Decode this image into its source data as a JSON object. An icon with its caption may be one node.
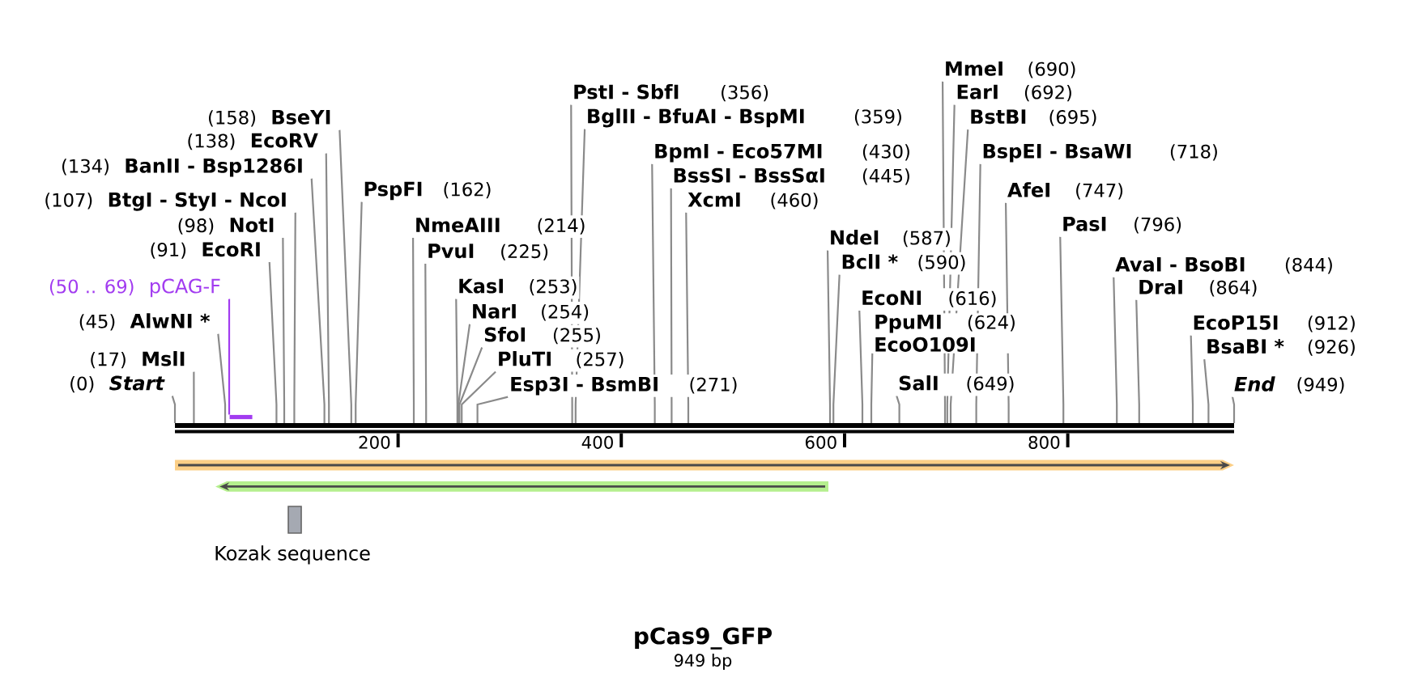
{
  "diagram": {
    "title": "pCas9_GFP",
    "nodes": [
      {
        "text": [
          "(0)",
          "Start"
        ]
      },
      {
        "text": [
          "(17)",
          "MslI"
        ]
      },
      {
        "text": [
          "(45)",
          "AlwNI *"
        ]
      },
      {
        "text": [
          "(50 .. 69)",
          "pCAG-F"
        ]
      },
      {
        "text": [
          "(91)",
          "EcoRI"
        ]
      },
      {
        "text": [
          "(98)",
          "NotI"
        ]
      },
      {
        "text": [
          "(107)",
          "BtgI - StyI - NcoI"
        ]
      },
      {
        "text": [
          "(134)",
          "BanII - Bsp1286I"
        ]
      },
      {
        "text": [
          "(138)",
          "EcoRV"
        ]
      },
      {
        "text": [
          "(158)",
          "BseYI"
        ]
      },
      {
        "text": [
          "PspFI",
          "(162)"
        ]
      },
      {
        "text": [
          "NmeAIII",
          "(214)"
        ]
      },
      {
        "text": [
          "PvuI",
          "(225)"
        ]
      },
      {
        "text": [
          "KasI",
          "(253)"
        ]
      },
      {
        "text": [
          "NarI",
          "(254)"
        ]
      },
      {
        "text": [
          "SfoI",
          "(255)"
        ]
      },
      {
        "text": [
          "PluTI",
          "(257)"
        ]
      },
      {
        "text": [
          "Esp3I - BsmBI",
          "(271)"
        ]
      },
      {
        "text": [
          "PstI - SbfI",
          "(356)"
        ]
      },
      {
        "text": [
          "BglII - BfuAI - BspMI",
          "(359)"
        ]
      },
      {
        "text": [
          "BpmI - Eco57MI",
          "(430)"
        ]
      },
      {
        "text": [
          "BssSI - BssSαI",
          "(445)"
        ]
      },
      {
        "text": [
          "XcmI",
          "(460)"
        ]
      },
      {
        "text": [
          "NdeI",
          "(587)"
        ]
      },
      {
        "text": [
          "BclI *",
          "(590)"
        ]
      },
      {
        "text": [
          "EcoNI",
          "(616)"
        ]
      },
      {
        "text": [
          "PpuMI",
          "(624)",
          "EcoO109I"
        ]
      },
      {
        "text": [
          "SalI",
          "(649)"
        ]
      },
      {
        "text": [
          "MmeI",
          "(690)"
        ]
      },
      {
        "text": [
          "EarI",
          "(692)"
        ]
      },
      {
        "text": [
          "BstBI",
          "(695)"
        ]
      },
      {
        "text": [
          "BspEI - BsaWI",
          "(718)"
        ]
      },
      {
        "text": [
          "AfeI",
          "(747)"
        ]
      },
      {
        "text": [
          "PasI",
          "(796)"
        ]
      },
      {
        "text": [
          "AvaI - BsoBI",
          "(844)"
        ]
      },
      {
        "text": [
          "DraI",
          "(864)"
        ]
      },
      {
        "text": [
          "EcoP15I",
          "(912)"
        ]
      },
      {
        "text": [
          "BsaBI *",
          "(926)"
        ]
      },
      {
        "text": [
          "End",
          "(949)"
        ]
      },
      {
        "text": [],
        "shape": "bar"
      },
      {
        "text": [],
        "shape": "bar"
      },
      {
        "text": [],
        "shape": "arrow"
      },
      {
        "text": [],
        "shape": "arrow"
      },
      {
        "text": [
          "Kozak sequence"
        ]
      }
    ],
    "edges": [
      {
        "from": 0,
        "to": 40,
        "arrow": "none"
      },
      {
        "from": 1,
        "to": 40,
        "arrow": "none"
      },
      {
        "from": 2,
        "to": 40,
        "arrow": "none"
      },
      {
        "from": 3,
        "to": 39,
        "arrow": "none",
        "color": "#a23cf0"
      },
      {
        "from": 4,
        "to": 40,
        "arrow": "none"
      },
      {
        "from": 5,
        "to": 40,
        "arrow": "none"
      },
      {
        "from": 6,
        "to": 40,
        "arrow": "none"
      },
      {
        "from": 7,
        "to": 40,
        "arrow": "none"
      },
      {
        "from": 8,
        "to": 40,
        "arrow": "none"
      },
      {
        "from": 9,
        "to": 40,
        "arrow": "none"
      },
      {
        "from": 10,
        "to": 40,
        "arrow": "none"
      },
      {
        "from": 11,
        "to": 40,
        "arrow": "none"
      },
      {
        "from": 12,
        "to": 40,
        "arrow": "none"
      },
      {
        "from": 13,
        "to": 40,
        "arrow": "none"
      },
      {
        "from": 14,
        "to": 40,
        "arrow": "none"
      },
      {
        "from": 15,
        "to": 40,
        "arrow": "none"
      },
      {
        "from": 16,
        "to": 40,
        "arrow": "none"
      },
      {
        "from": 17,
        "to": 40,
        "arrow": "none"
      },
      {
        "from": 18,
        "to": 40,
        "arrow": "none"
      },
      {
        "from": 19,
        "to": 40,
        "arrow": "none"
      },
      {
        "from": 20,
        "to": 40,
        "arrow": "none"
      },
      {
        "from": 21,
        "to": 40,
        "arrow": "none"
      },
      {
        "from": 22,
        "to": 40,
        "arrow": "none"
      },
      {
        "from": 23,
        "to": 40,
        "arrow": "none"
      },
      {
        "from": 24,
        "to": 40,
        "arrow": "none"
      },
      {
        "from": 25,
        "to": 40,
        "arrow": "none"
      },
      {
        "from": 26,
        "to": 40,
        "arrow": "none"
      },
      {
        "from": 27,
        "to": 40,
        "arrow": "none"
      },
      {
        "from": 28,
        "to": 40,
        "arrow": "none"
      },
      {
        "from": 29,
        "to": 40,
        "arrow": "none"
      },
      {
        "from": 30,
        "to": 40,
        "arrow": "none"
      },
      {
        "from": 31,
        "to": 40,
        "arrow": "none"
      },
      {
        "from": 32,
        "to": 40,
        "arrow": "none"
      },
      {
        "from": 33,
        "to": 40,
        "arrow": "none"
      },
      {
        "from": 34,
        "to": 40,
        "arrow": "none"
      },
      {
        "from": 35,
        "to": 40,
        "arrow": "none"
      },
      {
        "from": 36,
        "to": 40,
        "arrow": "none"
      },
      {
        "from": 37,
        "to": 40,
        "arrow": "none"
      },
      {
        "from": 38,
        "to": 40,
        "arrow": "none"
      }
    ],
    "labels": [
      "200",
      "400",
      "600",
      "800",
      "949 bp"
    ]
  }
}
